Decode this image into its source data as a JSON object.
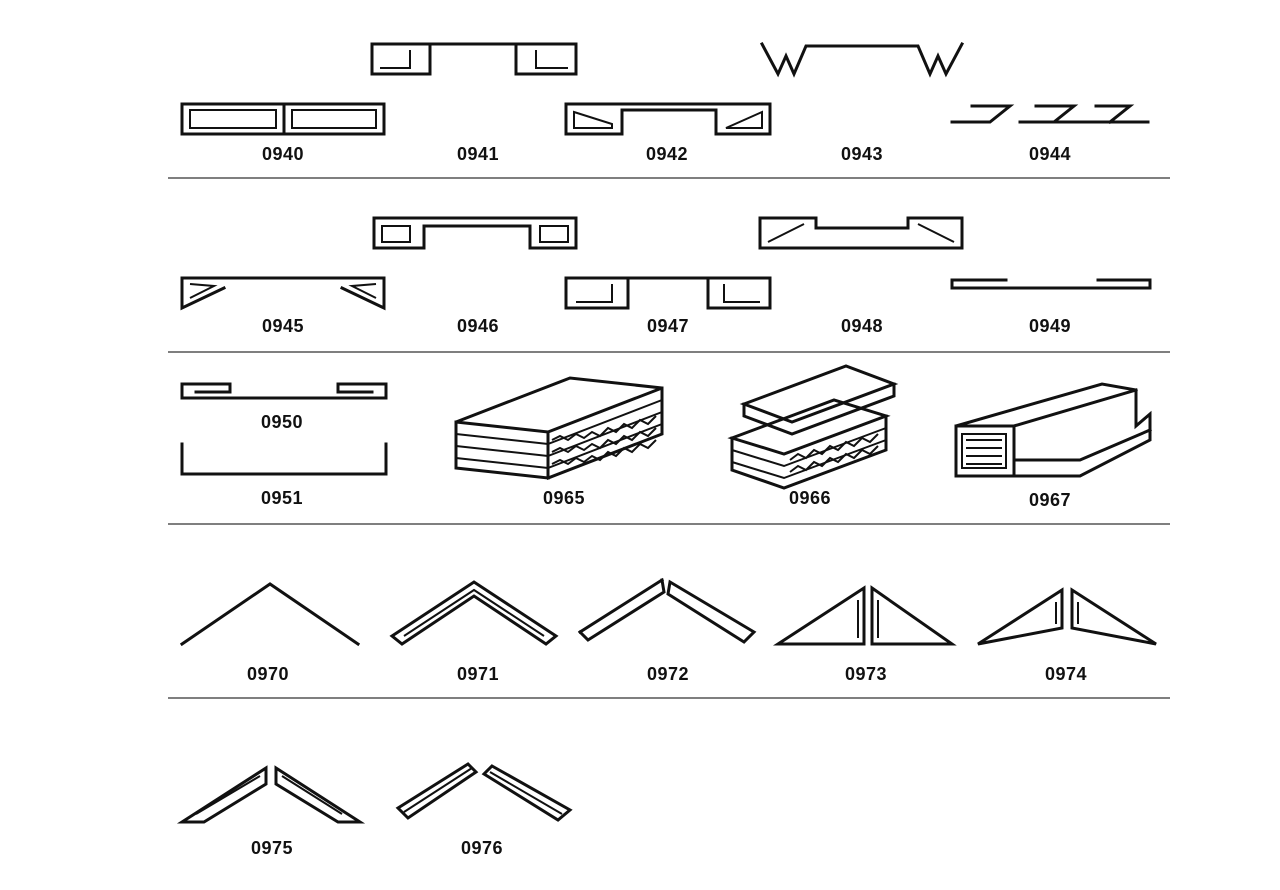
{
  "sheet": {
    "title": "",
    "row1_codes": [
      "0940",
      "0941",
      "0942",
      "0943",
      "0944"
    ],
    "row2_codes": [
      "0945",
      "0946",
      "0947",
      "0948",
      "0949"
    ],
    "row3_codes": [
      "0950",
      "0951",
      "0965",
      "0966",
      "0967"
    ],
    "row4_codes": [
      "0970",
      "0971",
      "0972",
      "0973",
      "0974"
    ],
    "row5_codes": [
      "0975",
      "0976"
    ]
  }
}
